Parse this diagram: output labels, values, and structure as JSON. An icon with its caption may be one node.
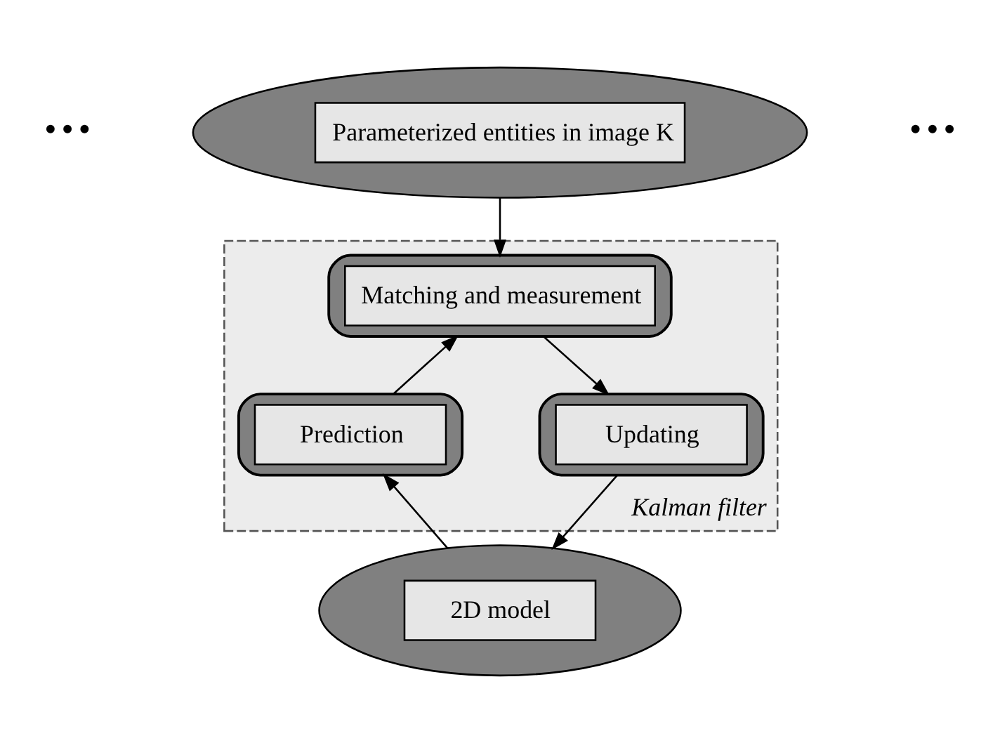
{
  "diagram": {
    "nodes": [
      {
        "text": [
          "Parameterized entities in image K"
        ]
      },
      {
        "text": [
          "Kalman filter"
        ]
      },
      {
        "text": [
          "Matching and measurement"
        ],
        "in": 1
      },
      {
        "text": [
          "Prediction"
        ],
        "in": 1
      },
      {
        "text": [
          "Updating"
        ],
        "in": 1
      },
      {
        "text": [
          "2D model"
        ]
      }
    ],
    "edges": [
      {
        "from": 0,
        "to": 2,
        "arrow": "to"
      },
      {
        "from": 2,
        "to": 4,
        "arrow": "to"
      },
      {
        "from": 4,
        "to": 5,
        "arrow": "to"
      },
      {
        "from": 5,
        "to": 3,
        "arrow": "to"
      },
      {
        "from": 3,
        "to": 2,
        "arrow": "to"
      }
    ],
    "labels": [
      "•••",
      "•••"
    ]
  }
}
